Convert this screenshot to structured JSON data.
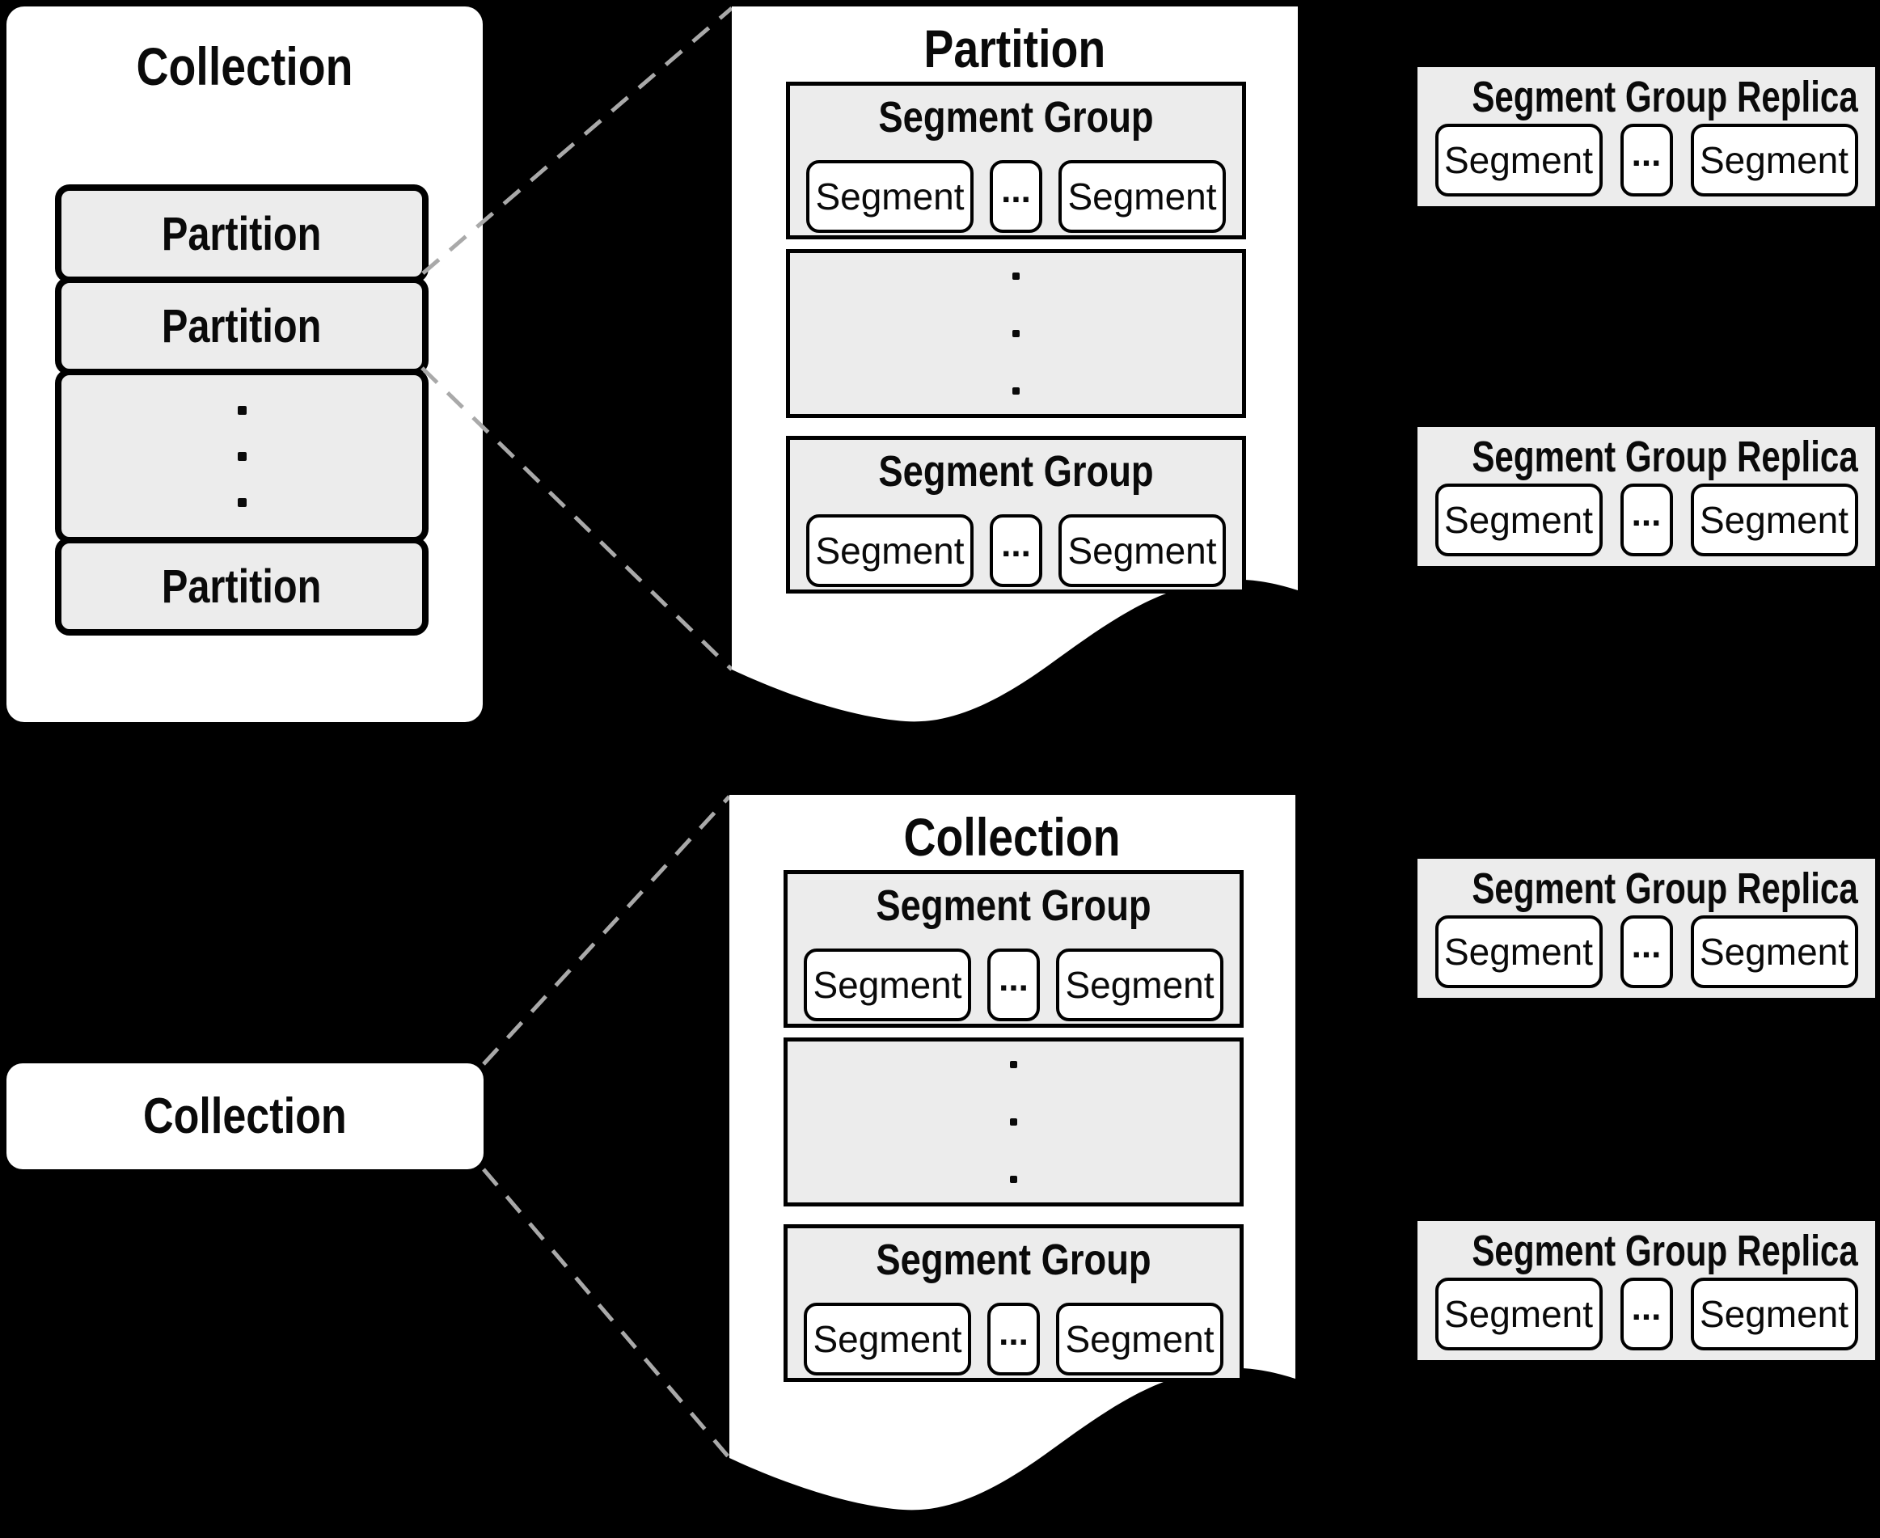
{
  "colors": {
    "background": "#000000",
    "page": "#ffffff",
    "box_fill": "#ececec",
    "border": "#000000",
    "dash": "#a9a9a9"
  },
  "left_collection_panel": {
    "title": "Collection",
    "partitions": [
      "Partition",
      "Partition",
      "Partition"
    ]
  },
  "partition_page": {
    "title": "Partition",
    "segment_groups": [
      {
        "title": "Segment Group",
        "segments": [
          "Segment",
          "...",
          "Segment"
        ]
      },
      {
        "title": "Segment Group",
        "segments": [
          "Segment",
          "...",
          "Segment"
        ]
      }
    ]
  },
  "collection_page": {
    "title": "Collection",
    "segment_groups": [
      {
        "title": "Segment Group",
        "segments": [
          "Segment",
          "...",
          "Segment"
        ]
      },
      {
        "title": "Segment Group",
        "segments": [
          "Segment",
          "...",
          "Segment"
        ]
      }
    ]
  },
  "segment_group_replicas": [
    {
      "title": "Segment Group Replica",
      "segments": [
        "Segment",
        "...",
        "Segment"
      ]
    },
    {
      "title": "Segment Group Replica",
      "segments": [
        "Segment",
        "...",
        "Segment"
      ]
    },
    {
      "title": "Segment Group Replica",
      "segments": [
        "Segment",
        "...",
        "Segment"
      ]
    },
    {
      "title": "Segment Group Replica",
      "segments": [
        "Segment",
        "...",
        "Segment"
      ]
    }
  ],
  "bottom_collection_box": {
    "title": "Collection"
  },
  "icons": {
    "vertical_ellipsis": "⋮"
  }
}
